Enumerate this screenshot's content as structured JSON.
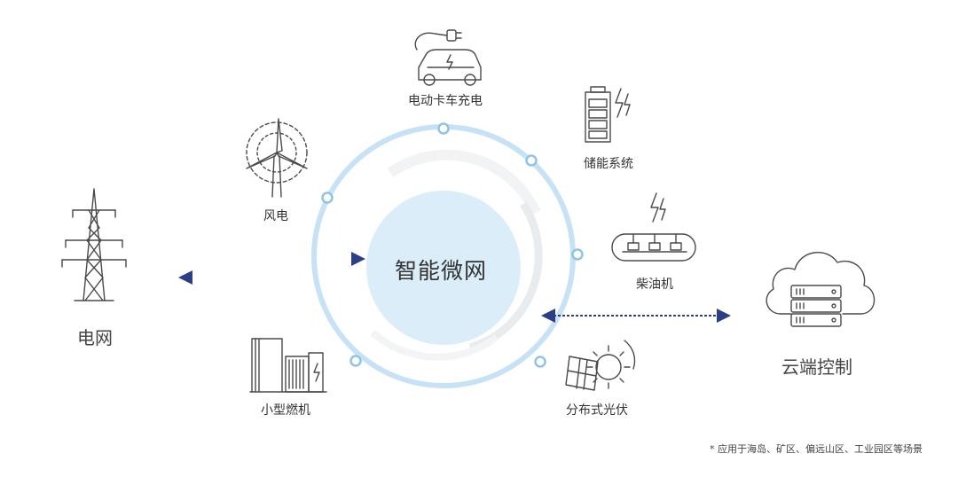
{
  "center": {
    "title": "智能微网"
  },
  "nodes": {
    "grid": "电网",
    "cloud": "云端控制",
    "ev": "电动卡车充电",
    "storage": "储能系统",
    "wind": "风电",
    "diesel": "柴油机",
    "gas": "小型燃机",
    "solar": "分布式光伏"
  },
  "footnote": "* 应用于海岛、矿区、偏远山区、工业园区等场景",
  "colors": {
    "ring": "#c6e2f4",
    "core": "#daedf8",
    "dot_fill": "#ffffff",
    "dot_stroke": "#8fc4e6",
    "arrow_dark": "#2c3f86",
    "arrow_light": "#9fc0e6",
    "icon_stroke": "#4a4a4a"
  },
  "icons": {
    "grid": "power-tower-icon",
    "cloud": "cloud-server-icon",
    "ev": "electric-car-plug-icon",
    "storage": "battery-icon",
    "wind": "wind-turbine-icon",
    "diesel": "diesel-generator-icon",
    "gas": "gas-turbine-plant-icon",
    "solar": "solar-panel-sun-icon"
  }
}
